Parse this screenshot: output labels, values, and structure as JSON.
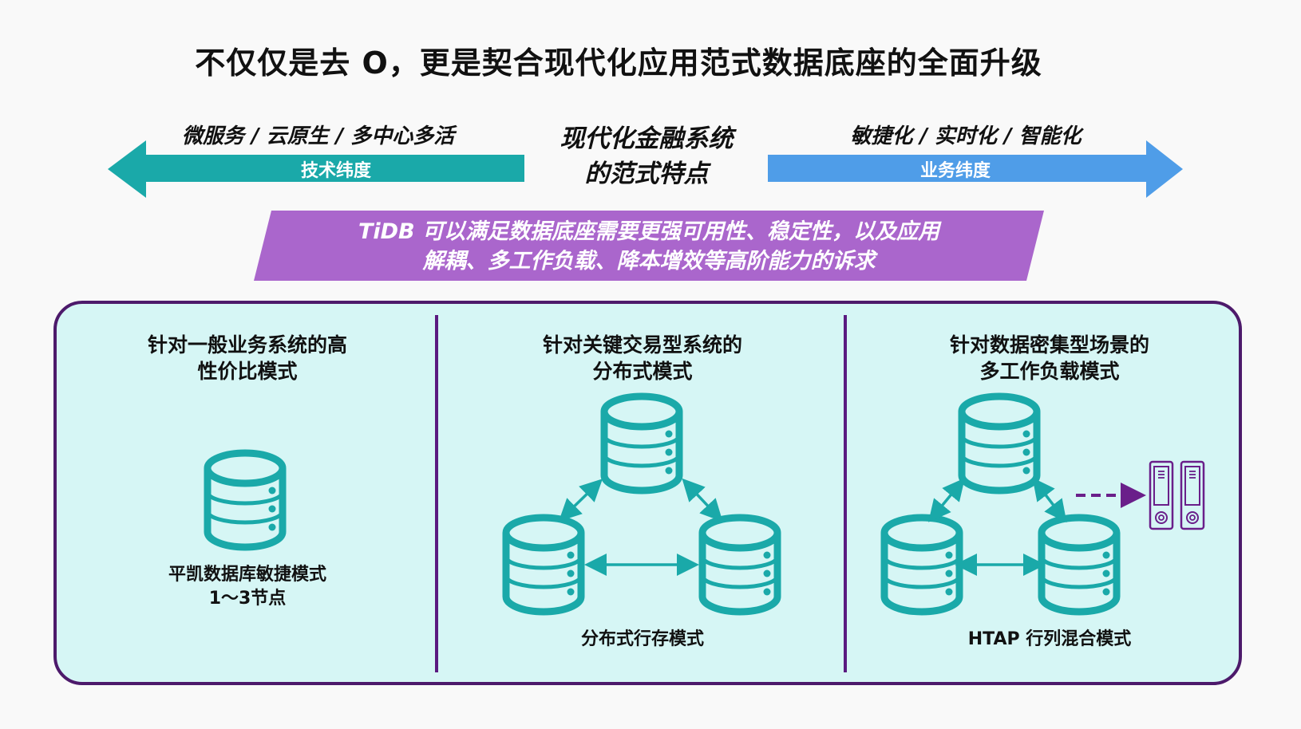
{
  "slide": {
    "title": "不仅仅是去 O，更是契合现代化应用范式数据底座的全面升级"
  },
  "dimensions": {
    "center_title_line1": "现代化金融系统",
    "center_title_line2": "的范式特点",
    "technical": {
      "items": "微服务 / 云原生 / 多中心多活",
      "label": "技术纬度",
      "color": "#1aa9a9"
    },
    "business": {
      "items": "敏捷化 / 实时化 / 智能化",
      "label": "业务纬度",
      "color": "#4f9de8"
    }
  },
  "banner": {
    "line1": "TiDB 可以满足数据底座需要更强可用性、稳定性，以及应用",
    "line2": "解耦、多工作负载、降本增效等高阶能力的诉求",
    "color": "#aa66cc"
  },
  "modes": [
    {
      "title_line1": "针对一般业务系统的高",
      "title_line2": "性价比模式",
      "caption_line1": "平凯数据库敏捷模式",
      "caption_line2": "1～3节点",
      "icon": "single-database-icon"
    },
    {
      "title_line1": "针对关键交易型系统的",
      "title_line2": "分布式模式",
      "caption_line1": "分布式行存模式",
      "icon": "distributed-database-cluster-icon"
    },
    {
      "title_line1": "针对数据密集型场景的",
      "title_line2": "多工作负载模式",
      "caption_line1": "HTAP 行列混合模式",
      "icon": "htap-cluster-with-servers-icon"
    }
  ],
  "colors": {
    "db_icon": "#1aa9a9",
    "panel_bg": "#d6f6f5",
    "panel_border": "#4d1a6b",
    "server_icon": "#6a1f8a"
  }
}
